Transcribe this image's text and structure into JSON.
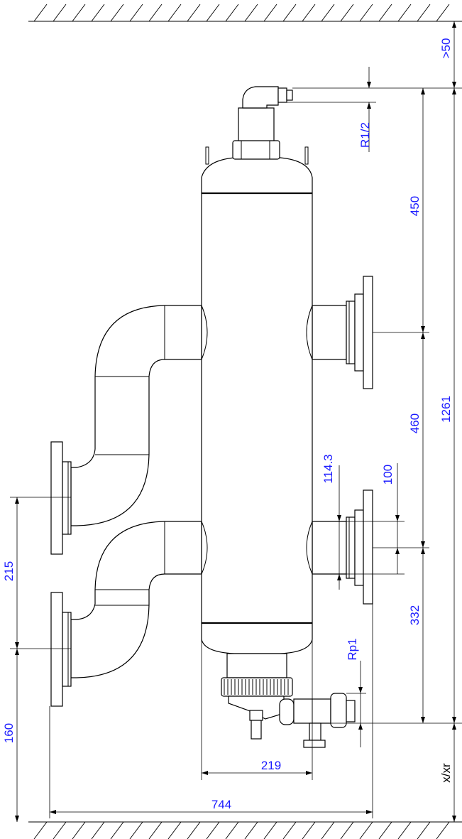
{
  "dimensions": {
    "clearance_top": ">50",
    "thread_vent": "R1/2",
    "upper_to_middle": "450",
    "middle_to_lower": "460",
    "total_height": "1261",
    "nozzle_diameter": "114.3",
    "offset_100": "100",
    "lower_to_drain": "332",
    "left_spacing": "215",
    "left_bottom": "160",
    "drain_thread": "Rp1",
    "vessel_diameter": "219",
    "overall_width": "744",
    "floor_clearance": "x/xr"
  },
  "colors": {
    "dimension_text": "#1a1aff",
    "lines": "#000000"
  }
}
